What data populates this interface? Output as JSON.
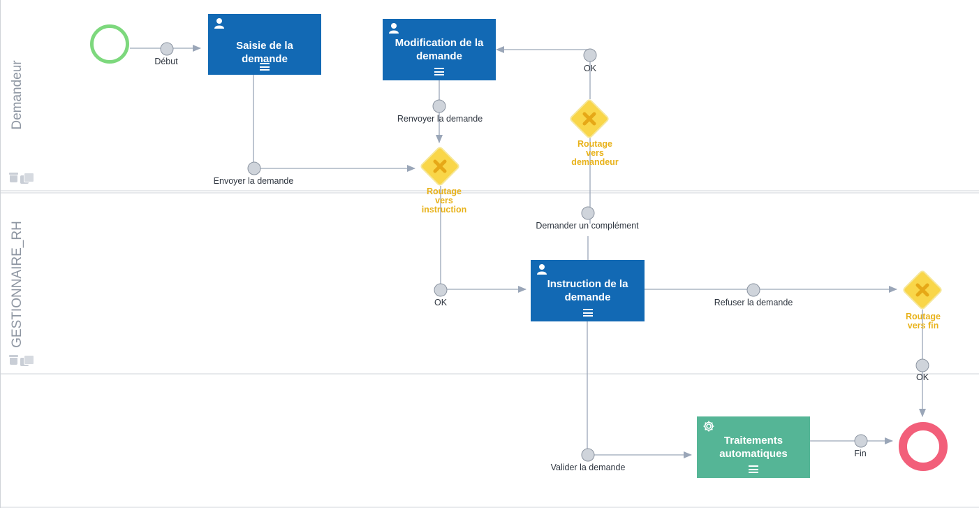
{
  "lanes": [
    {
      "name": "Demandeur"
    },
    {
      "name": "GESTIONNAIRE_RH"
    },
    {
      "name": ""
    }
  ],
  "tasks": {
    "saisie": {
      "label": "Saisie de la demande",
      "kind": "user"
    },
    "modification": {
      "label": "Modification de la demande",
      "kind": "user"
    },
    "instruction": {
      "label": "Instruction de la demande",
      "kind": "user"
    },
    "traitements": {
      "label": "Traitements automatiques",
      "kind": "service"
    }
  },
  "gateways": {
    "instruction": {
      "label_lines": [
        "Routage",
        "vers",
        "instruction"
      ]
    },
    "demandeur": {
      "label_lines": [
        "Routage",
        "vers",
        "demandeur"
      ]
    },
    "fin": {
      "label_lines": [
        "Routage",
        "vers fin"
      ]
    }
  },
  "edges": {
    "debut": "Début",
    "envoyer": "Envoyer la demande",
    "renvoyer": "Renvoyer la demande",
    "ok_modif": "OK",
    "complement": "Demander un complément",
    "ok_instr": "OK",
    "refuser": "Refuser la demande",
    "ok_fin": "OK",
    "valider": "Valider la demande",
    "fin": "Fin"
  },
  "colors": {
    "task_blue": "#1269b4",
    "task_green": "#55b596",
    "start_event": "#7dd87d",
    "end_event": "#f25f7a",
    "gateway_fill": "#f9d649",
    "gateway_cross": "#e6a817",
    "gateway_label": "#e8b21a",
    "flow_line": "#9aa6b8",
    "edge_node": "#cfd4db"
  }
}
